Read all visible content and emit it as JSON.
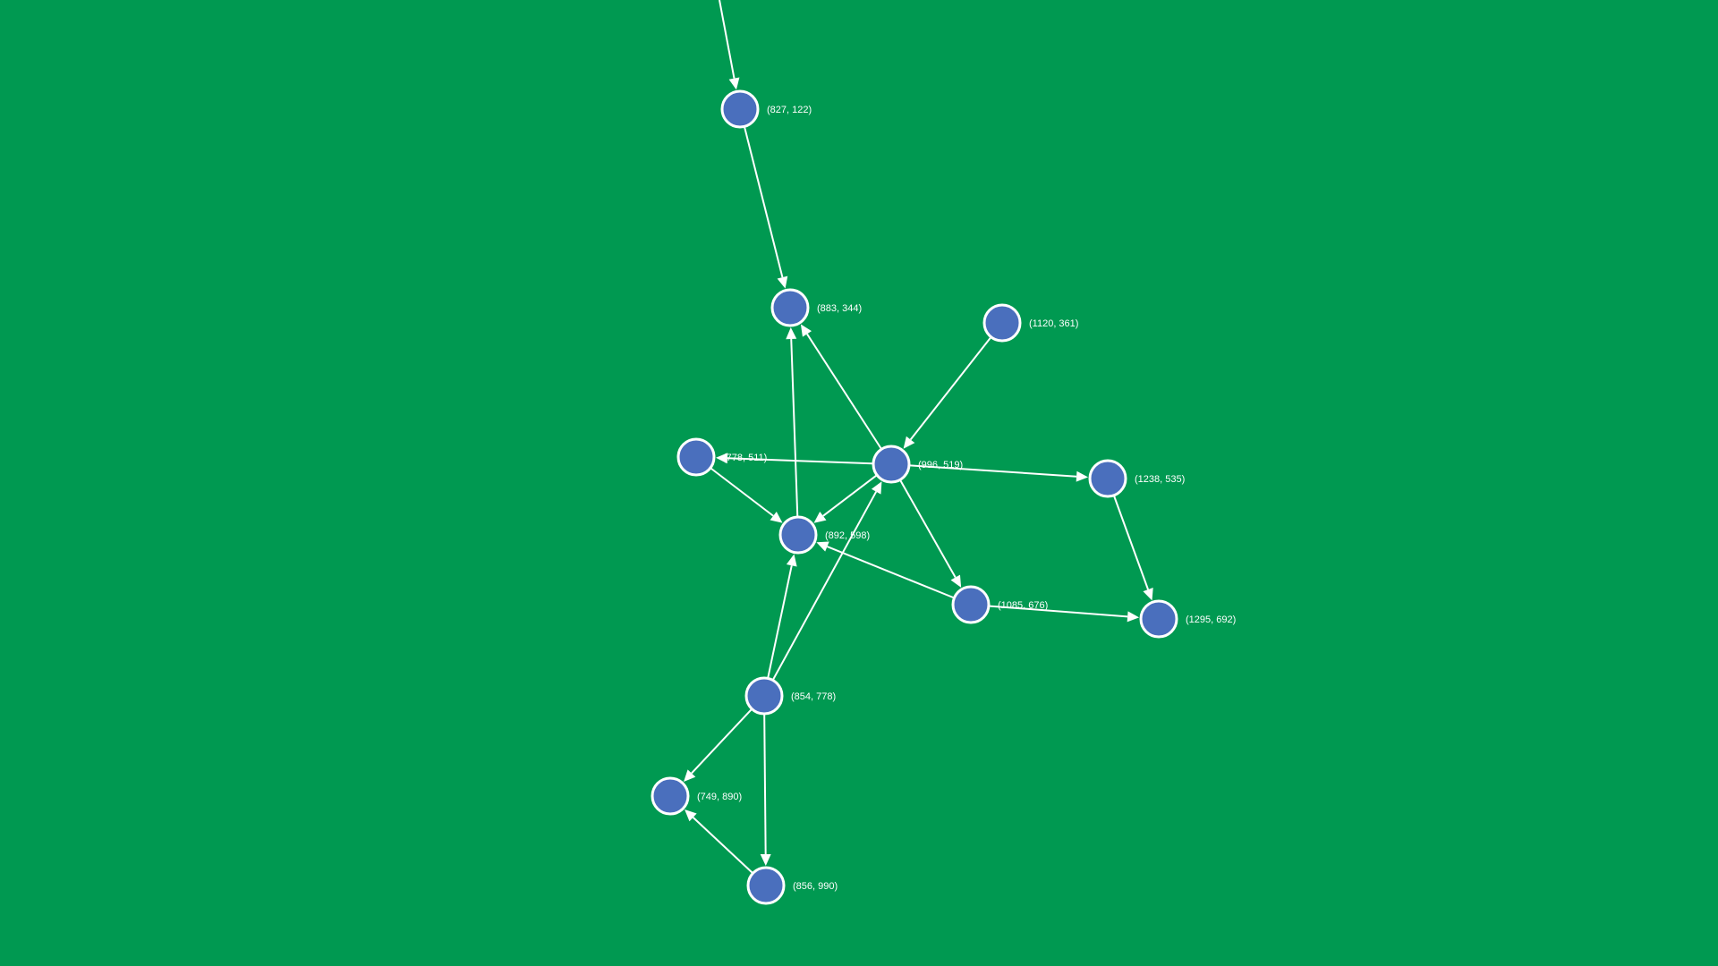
{
  "diagram": {
    "background_color": "#009951",
    "node_fill": "#4a6fbd",
    "node_stroke": "#ffffff",
    "edge_color": "#ffffff",
    "nodes": [
      {
        "id": "n0",
        "label": "(827, 122)"
      },
      {
        "id": "n1",
        "label": "(883, 344)"
      },
      {
        "id": "n2",
        "label": "(1120, 361)"
      },
      {
        "id": "n3",
        "label": "(778, 511)"
      },
      {
        "id": "n4",
        "label": "(996, 519)"
      },
      {
        "id": "n5",
        "label": "(1238, 535)"
      },
      {
        "id": "n6",
        "label": "(892, 598)"
      },
      {
        "id": "n7",
        "label": "(1085, 676)"
      },
      {
        "id": "n8",
        "label": "(1295, 692)"
      },
      {
        "id": "n9",
        "label": "(854, 778)"
      },
      {
        "id": "n10",
        "label": "(749, 890)"
      },
      {
        "id": "n11",
        "label": "(856, 990)"
      }
    ],
    "edges": [
      {
        "from": "offscreen-top",
        "to": "n0"
      },
      {
        "from": "n0",
        "to": "n1"
      },
      {
        "from": "n4",
        "to": "n1"
      },
      {
        "from": "n6",
        "to": "n1"
      },
      {
        "from": "n2",
        "to": "n4"
      },
      {
        "from": "n4",
        "to": "n3"
      },
      {
        "from": "n4",
        "to": "n5"
      },
      {
        "from": "n4",
        "to": "n6"
      },
      {
        "from": "n4",
        "to": "n7"
      },
      {
        "from": "n3",
        "to": "n6"
      },
      {
        "from": "n7",
        "to": "n6"
      },
      {
        "from": "n9",
        "to": "n6"
      },
      {
        "from": "n9",
        "to": "n4"
      },
      {
        "from": "n5",
        "to": "n8"
      },
      {
        "from": "n7",
        "to": "n8"
      },
      {
        "from": "n9",
        "to": "n10"
      },
      {
        "from": "n9",
        "to": "n11"
      },
      {
        "from": "n11",
        "to": "n10"
      }
    ]
  }
}
